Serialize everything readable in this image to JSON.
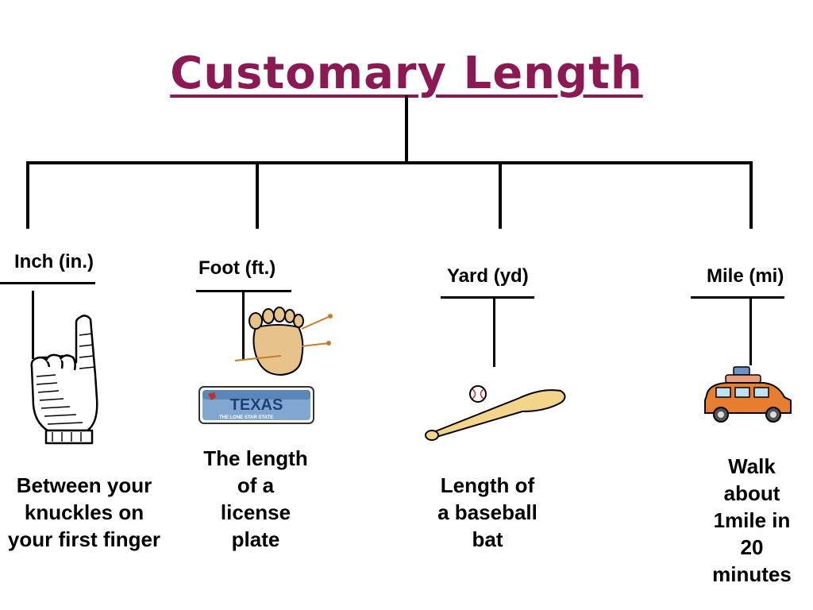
{
  "title": "Customary Length",
  "units": [
    {
      "label": "Inch (in.)",
      "description": "Between your knuckles on your first finger",
      "illustration": "pointing-finger-icon"
    },
    {
      "label": "Foot (ft.)",
      "description": "The length of a license plate",
      "illustration": "foot-icon",
      "plate_text": "TEXAS",
      "plate_subtext": "THE LONE STAR STATE"
    },
    {
      "label": "Yard (yd)",
      "description": "Length of a baseball bat",
      "illustration": "baseball-bat-icon"
    },
    {
      "label": "Mile (mi)",
      "description": "Walk about 1mile in 20 minutes",
      "illustration": "car-icon"
    }
  ],
  "colors": {
    "title": "#8b1a54",
    "lines": "#000000"
  }
}
